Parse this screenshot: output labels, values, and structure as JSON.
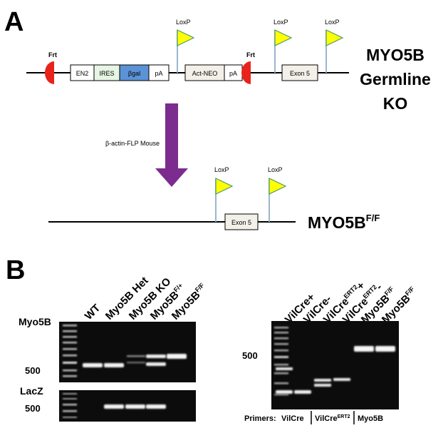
{
  "panel_a": {
    "label": "A",
    "germline": {
      "title_line1": "MYO5B",
      "title_line2": "Germline",
      "title_line3": "KO",
      "frt_label_1": "Frt",
      "frt_label_2": "Frt",
      "loxp_label_1": "LoxP",
      "loxp_label_2": "LoxP",
      "loxp_label_3": "LoxP",
      "boxes": {
        "en2": "EN2",
        "ires": "IRES",
        "bgal": "βgal",
        "pa1": "pA",
        "actneo": "Act-NEO",
        "pa2": "pA",
        "exon5": "Exon 5"
      }
    },
    "arrow_label": "β-actin-FLP Mouse",
    "floxed": {
      "title_main": "MYO5B",
      "title_sup": "F/F",
      "loxp_label_1": "LoxP",
      "loxp_label_2": "LoxP",
      "exon5": "Exon 5"
    }
  },
  "panel_b": {
    "label": "B",
    "left_gel": {
      "row_label_top": "Myo5B",
      "row_label_bottom": "LacZ",
      "size_marker_top": "500",
      "size_marker_bottom": "500",
      "lanes": [
        {
          "main": "WT",
          "sup": ""
        },
        {
          "main": "Myo5B Het",
          "sup": ""
        },
        {
          "main": "Myo5B KO",
          "sup": ""
        },
        {
          "main": "Myo5B",
          "sup": "F/+"
        },
        {
          "main": "Myo5B",
          "sup": "F/F"
        }
      ]
    },
    "right_gel": {
      "size_marker": "500",
      "lanes": [
        {
          "main": "VilCre",
          "sup": "",
          "suffix": "+"
        },
        {
          "main": "VilCre",
          "sup": "",
          "suffix": "-"
        },
        {
          "main": "VilCre",
          "sup": "ERT2",
          "suffix": "+"
        },
        {
          "main": "VilCre",
          "sup": "ERT2",
          "suffix": "-"
        },
        {
          "main": "Myo5B",
          "sup": "F/F",
          "suffix": ""
        },
        {
          "main": "Myo5B",
          "sup": "F/F",
          "suffix": ""
        }
      ],
      "primers_label": "Primers:",
      "primer_groups": [
        {
          "main": "VilCre",
          "sup": ""
        },
        {
          "main": "VilCre",
          "sup": "ERT2"
        },
        {
          "main": "Myo5B",
          "sup": ""
        }
      ]
    }
  },
  "colors": {
    "frt": "#e8231c",
    "loxp_flag": "#ffff00",
    "loxp_border": "#4f9b6e",
    "loxp_pole": "#9ab6cf",
    "ires_fill": "#e6f5e4",
    "bgal_fill": "#5b93d6",
    "box_fill": "#f2f0e8",
    "arrow": "#7b2c8e",
    "gel_bg": "#0c0c0c",
    "band": "#f2f2f2"
  }
}
